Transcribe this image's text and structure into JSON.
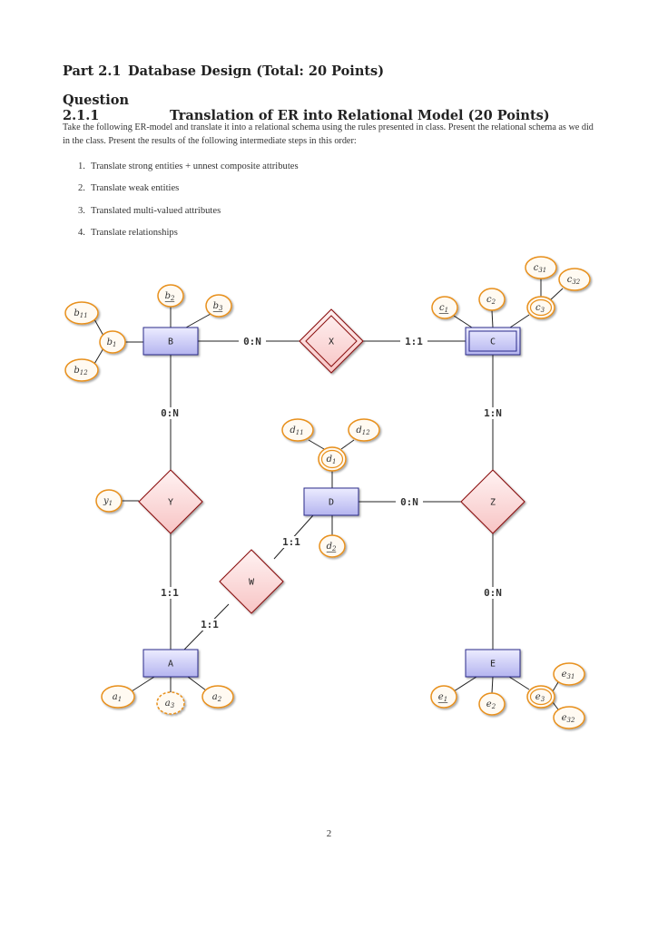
{
  "part": {
    "number": "Part 2.1",
    "title": "Database Design (Total: 20 Points)"
  },
  "question": {
    "number": "Question 2.1.1",
    "title": "Translation of ER into Relational Model (20 Points)"
  },
  "intro": "Take the following ER-model and translate it into a relational schema using the rules presented in class. Present the relational schema as we did in the class. Present the results of the following intermediate steps in this order:",
  "steps": [
    "Translate strong entities + unnest composite attributes",
    "Translate weak entities",
    "Translated multi-valued attributes",
    "Translate relationships"
  ],
  "diagram": {
    "entities": {
      "A": "A",
      "B": "B",
      "C": "C",
      "D": "D",
      "E": "E"
    },
    "relationships": {
      "X": "X",
      "Y": "Y",
      "Z": "Z",
      "W": "W"
    },
    "cardinalities": {
      "b_x": "0:N",
      "c_x": "1:1",
      "b_y": "0:N",
      "a_y": "1:1",
      "c_z": "1:N",
      "e_z": "0:N",
      "d_z": "0:N",
      "d_w": "1:1",
      "a_w": "1:1"
    },
    "attributes": {
      "b1": {
        "base": "b",
        "sub": "1"
      },
      "b11": {
        "base": "b",
        "sub": "11"
      },
      "b12": {
        "base": "b",
        "sub": "12"
      },
      "b2": {
        "base": "b",
        "sub": "2"
      },
      "b3": {
        "base": "b",
        "sub": "3"
      },
      "c1": {
        "base": "c",
        "sub": "1"
      },
      "c2": {
        "base": "c",
        "sub": "2"
      },
      "c3": {
        "base": "c",
        "sub": "3"
      },
      "c31": {
        "base": "c",
        "sub": "31"
      },
      "c32": {
        "base": "c",
        "sub": "32"
      },
      "d1": {
        "base": "d",
        "sub": "1"
      },
      "d11": {
        "base": "d",
        "sub": "11"
      },
      "d12": {
        "base": "d",
        "sub": "12"
      },
      "d2": {
        "base": "d",
        "sub": "2"
      },
      "y1": {
        "base": "y",
        "sub": "1"
      },
      "a1": {
        "base": "a",
        "sub": "1"
      },
      "a2": {
        "base": "a",
        "sub": "2"
      },
      "a3": {
        "base": "a",
        "sub": "3"
      },
      "e1": {
        "base": "e",
        "sub": "1"
      },
      "e2": {
        "base": "e",
        "sub": "2"
      },
      "e3": {
        "base": "e",
        "sub": "3"
      },
      "e31": {
        "base": "e",
        "sub": "31"
      },
      "e32": {
        "base": "e",
        "sub": "32"
      }
    }
  },
  "page_number": "2",
  "colors": {
    "entity_fill": "#c8c8f4",
    "entity_stroke": "#2a2a8a",
    "relationship_fill": "#fbd6d6",
    "relationship_stroke": "#8a1010",
    "attribute_stroke": "#e8901c",
    "line": "#222222"
  }
}
